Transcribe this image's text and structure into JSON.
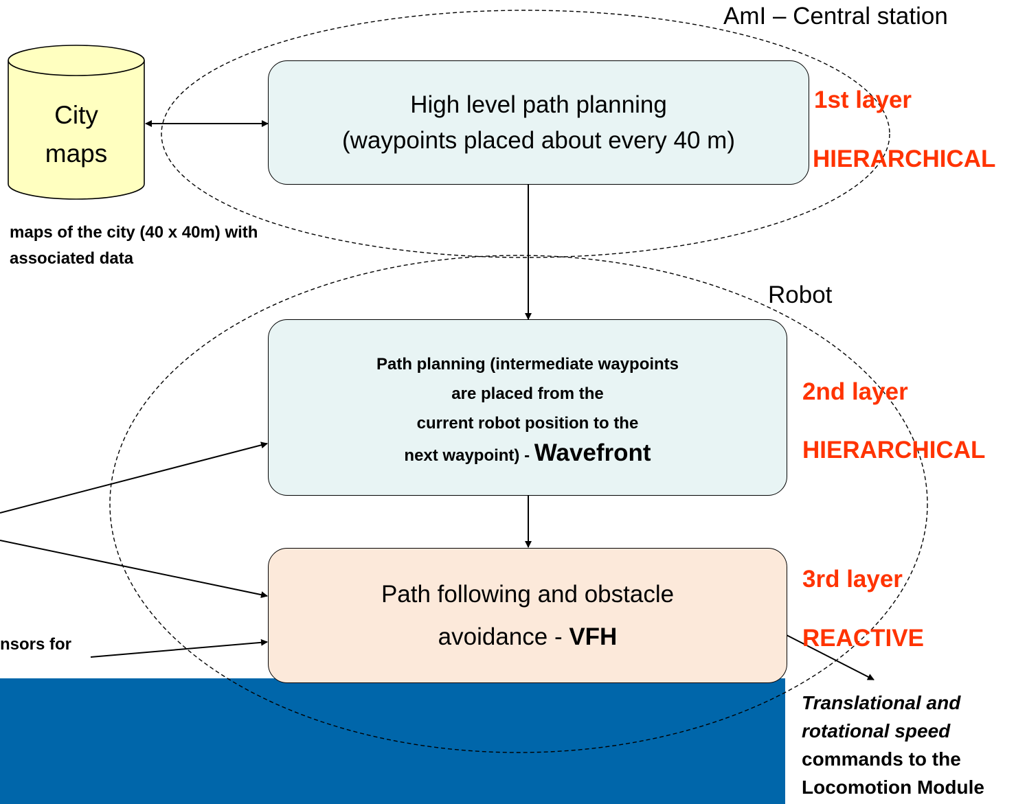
{
  "colors": {
    "box_blue": "#e8f4f4",
    "box_orange": "#fce9da",
    "cylinder": "#ffffc0",
    "layer_label": "#ff3300",
    "band": "#0066aa"
  },
  "regions": {
    "central_station": "AmI – Central station",
    "robot": "Robot"
  },
  "database": {
    "line1": "City",
    "line2": "maps",
    "caption_line1": "maps of the city (40 x 40m) with",
    "caption_line2": "associated data"
  },
  "box1": {
    "line1": "High level path planning",
    "line2": "(waypoints placed about every 40 m)"
  },
  "box2": {
    "line1": "Path planning (intermediate waypoints",
    "line2": "are placed from the",
    "line3": "current robot position to the",
    "line4_prefix": "next waypoint) - ",
    "line4_emph": "Wavefront"
  },
  "box3": {
    "line1": "Path following and obstacle",
    "line2_prefix": "avoidance - ",
    "line2_emph": "VFH"
  },
  "layers": [
    {
      "number": "1st layer",
      "type": "HIERARCHICAL"
    },
    {
      "number": "2nd layer",
      "type": "HIERARCHICAL"
    },
    {
      "number": "3rd layer",
      "type": "REACTIVE"
    }
  ],
  "sensor_fragment": "nsors for",
  "output": {
    "line1": "Translational and",
    "line2": "rotational speed",
    "line3": "commands to the",
    "line4": "Locomotion Module"
  }
}
